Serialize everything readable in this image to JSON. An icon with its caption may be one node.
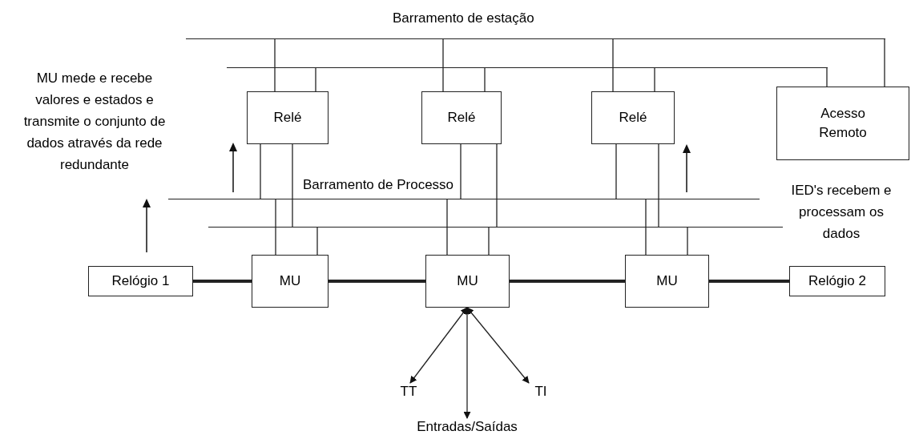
{
  "diagram": {
    "nodes": [
      {
        "text": [],
        "shape": "bar"
      },
      {
        "text": [],
        "shape": "bar"
      },
      {
        "text": [
          "Relé"
        ]
      },
      {
        "text": [
          "Relé"
        ]
      },
      {
        "text": [
          "Relé"
        ]
      },
      {
        "text": [
          "Acesso Remoto"
        ]
      },
      {
        "text": [],
        "shape": "bar"
      },
      {
        "text": [],
        "shape": "bar"
      },
      {
        "text": [
          "Relógio 1"
        ]
      },
      {
        "text": [
          "MU"
        ]
      },
      {
        "text": [
          "MU"
        ]
      },
      {
        "text": [
          "MU"
        ]
      },
      {
        "text": [
          "Relógio 2"
        ]
      },
      {
        "text": [
          "TT"
        ]
      },
      {
        "text": [
          "Entradas/Saídas"
        ]
      },
      {
        "text": [
          "TI"
        ]
      }
    ],
    "edges": [
      {
        "from": 0,
        "to": 2,
        "arrow": "none"
      },
      {
        "from": 1,
        "to": 2,
        "arrow": "none"
      },
      {
        "from": 0,
        "to": 3,
        "arrow": "none"
      },
      {
        "from": 1,
        "to": 3,
        "arrow": "none"
      },
      {
        "from": 0,
        "to": 4,
        "arrow": "none"
      },
      {
        "from": 1,
        "to": 4,
        "arrow": "none"
      },
      {
        "from": 0,
        "to": 5,
        "arrow": "none"
      },
      {
        "from": 1,
        "to": 5,
        "arrow": "none"
      },
      {
        "from": 2,
        "to": 6,
        "arrow": "none"
      },
      {
        "from": 2,
        "to": 7,
        "arrow": "none"
      },
      {
        "from": 3,
        "to": 6,
        "arrow": "none"
      },
      {
        "from": 3,
        "to": 7,
        "arrow": "none"
      },
      {
        "from": 4,
        "to": 6,
        "arrow": "none"
      },
      {
        "from": 4,
        "to": 7,
        "arrow": "none"
      },
      {
        "from": 6,
        "to": 9,
        "arrow": "none"
      },
      {
        "from": 7,
        "to": 9,
        "arrow": "none"
      },
      {
        "from": 6,
        "to": 10,
        "arrow": "none"
      },
      {
        "from": 7,
        "to": 10,
        "arrow": "none"
      },
      {
        "from": 6,
        "to": 11,
        "arrow": "none"
      },
      {
        "from": 7,
        "to": 11,
        "arrow": "none"
      },
      {
        "from": 8,
        "to": 9,
        "arrow": "none",
        "style": "thick"
      },
      {
        "from": 9,
        "to": 10,
        "arrow": "none",
        "style": "thick"
      },
      {
        "from": 10,
        "to": 11,
        "arrow": "none",
        "style": "thick"
      },
      {
        "from": 11,
        "to": 12,
        "arrow": "none",
        "style": "thick"
      },
      {
        "from": 10,
        "to": 13,
        "arrow": "both"
      },
      {
        "from": 10,
        "to": 14,
        "arrow": "both"
      },
      {
        "from": 10,
        "to": 15,
        "arrow": "both"
      }
    ],
    "labels": [
      "Barramento de estação",
      "Barramento de Processo",
      "MU mede e recebe valores e estados e transmite o conjunto de dados através da rede redundante",
      "IED's recebem e processam os dados"
    ]
  }
}
